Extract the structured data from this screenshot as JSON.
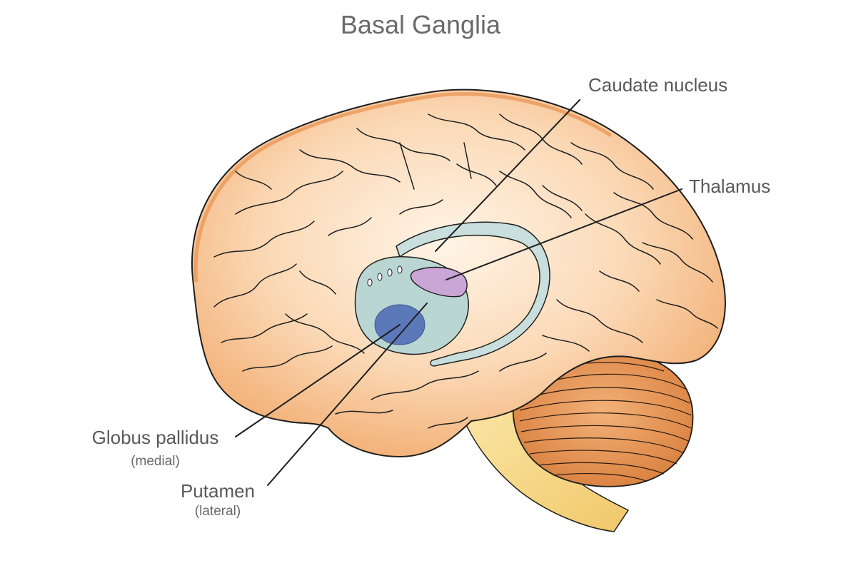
{
  "title": "Basal Ganglia",
  "labels": {
    "caudate": "Caudate nucleus",
    "thalamus": "Thalamus",
    "globus": "Globus pallidus",
    "globus_sub": "(medial)",
    "putamen": "Putamen",
    "putamen_sub": "(lateral)"
  },
  "colors": {
    "cortex_fill": "#f7c79e",
    "cortex_light": "#fde3c8",
    "cortex_edge": "#e48a4c",
    "cerebellum": "#e59a5a",
    "brainstem": "#f6d98c",
    "caudate": "#c9dfdd",
    "globus": "#5b78b8",
    "thalamus": "#c9a6d6",
    "outline": "#1e1e1e"
  }
}
